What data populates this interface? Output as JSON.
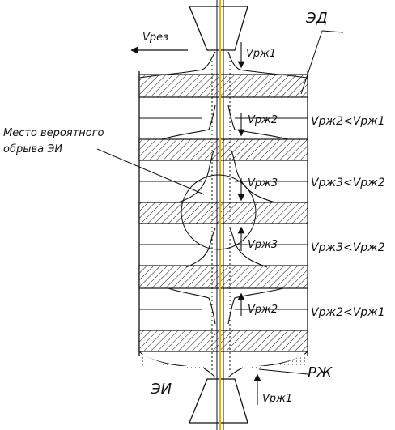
{
  "diagram": {
    "labels": {
      "v_cut": "Vрез",
      "ed": "ЭД",
      "place": "Место вероятного",
      "place_line2": "обрыва ЭИ",
      "v1_top": "Vрж1",
      "v2_upper": "Vрж2",
      "v3_upper": "Vрж3",
      "v3_lower": "Vрж3",
      "v2_lower": "Vрж2",
      "v1_bottom": "Vрж1",
      "rel_upper_1": "Vрж2<Vрж1",
      "rel_upper_2": "Vрж3<Vрж2",
      "rel_lower_2": "Vрж3<Vрж2",
      "rel_lower_1": "Vрж2<Vрж1",
      "rzh": "РЖ",
      "ei": "ЭИ"
    }
  }
}
